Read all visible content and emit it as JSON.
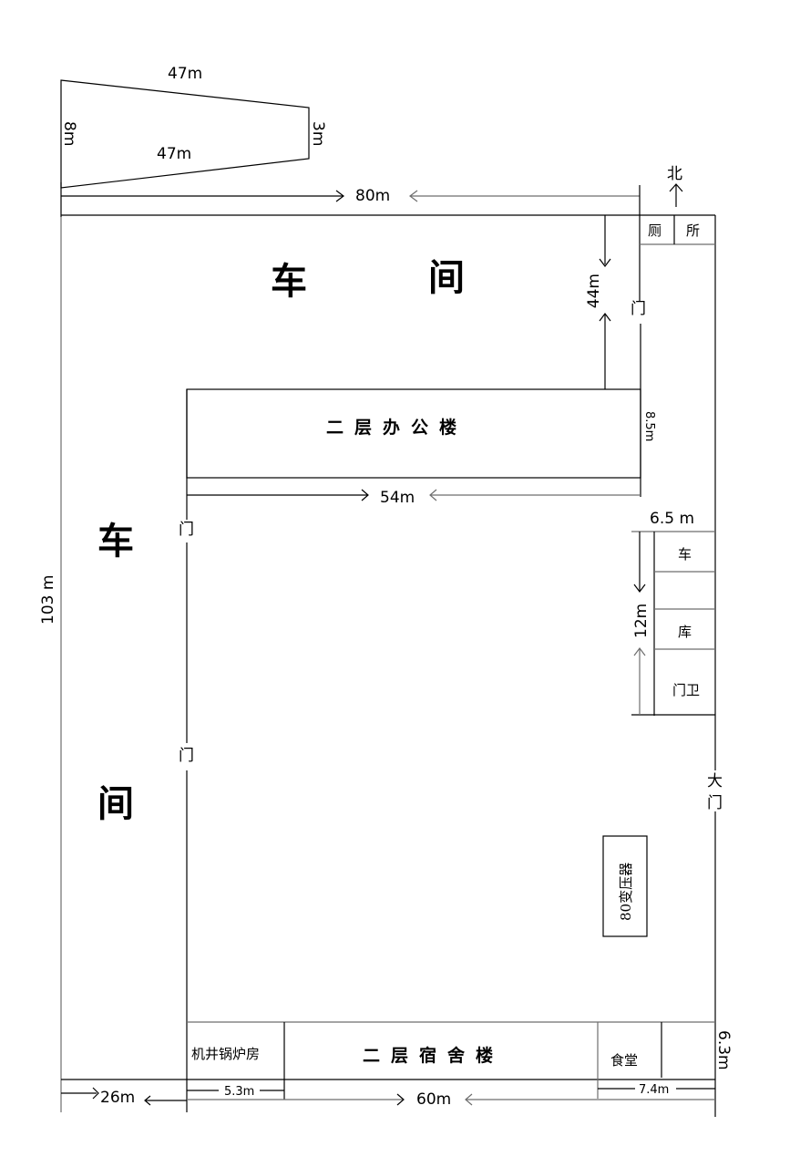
{
  "trapezoid": {
    "top_length": "47m",
    "bottom_length": "47m",
    "left_height": "8m",
    "right_height": "3m"
  },
  "north": {
    "label": "北"
  },
  "dimensions": {
    "total_width": "80m",
    "total_height": "103 m",
    "workshop_depth": "44m",
    "office_depth": "8.5m",
    "office_width": "54m",
    "garage_width": "6.5 m",
    "garage_length": "12m",
    "dorm_depth": "6.3m",
    "boiler_width": "5.3m",
    "dorm_width": "60m",
    "canteen_width": "7.4m",
    "west_workshop_width": "26m"
  },
  "areas": {
    "north_workshop": [
      "车",
      "间"
    ],
    "west_workshop": [
      "车",
      "间"
    ]
  },
  "buildings": {
    "toilet": [
      "厕",
      "所"
    ],
    "office": "二层办公楼",
    "garage": [
      "车",
      "库"
    ],
    "guard": "门卫",
    "transformer": "80变压器",
    "boiler": "机井锅炉房",
    "dormitory": "二层宿舍楼",
    "canteen": "食堂"
  },
  "doors": {
    "door_label": "门",
    "main_gate": [
      "大",
      "门"
    ]
  }
}
